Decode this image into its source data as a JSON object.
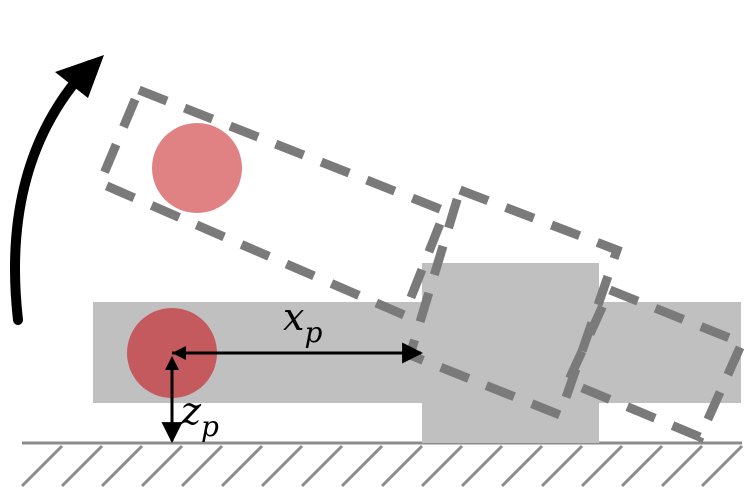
{
  "labels": {
    "x_var": "x",
    "x_sub": "p",
    "z_var": "z",
    "z_sub": "p"
  },
  "colors": {
    "block_fill": "#c0c0c0",
    "dashed_outline": "#7a7a7a",
    "ball_resting": "#c55a5e",
    "ball_tilted": "#e08284",
    "ground_line": "#8c8c8c",
    "arrow": "#000000"
  },
  "icons": {
    "rotation": "curved-arrow-icon",
    "ground": "hatched-ground-icon"
  }
}
